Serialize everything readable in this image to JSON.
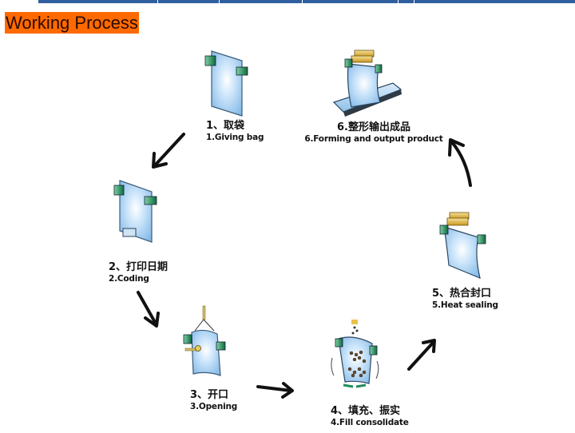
{
  "header": {
    "title": "Working Process"
  },
  "colors": {
    "title_bg": "#ff6a00",
    "topbar": "#2f5f9e",
    "bag_blue": "#a9d3f5",
    "clip_green": "#1f8f5a",
    "sealer_yellow": "#e8c24a",
    "arrow": "#111111"
  },
  "steps": [
    {
      "number": 1,
      "cn": "1、取袋",
      "en": "1.Giving bag"
    },
    {
      "number": 2,
      "cn": "2、打印日期",
      "en": "2.Coding"
    },
    {
      "number": 3,
      "cn": "3、开口",
      "en": "3.Opening"
    },
    {
      "number": 4,
      "cn": "4、填充、振实",
      "en": "4.Fill consolidate"
    },
    {
      "number": 5,
      "cn": "5、热合封口",
      "en": "5.Heat sealing"
    },
    {
      "number": 6,
      "cn": "6.整形输出成品",
      "en": "6.Forming and output product"
    }
  ],
  "arrows": [
    {
      "from": 1,
      "to": 2,
      "icon": "arrow-down-left-icon"
    },
    {
      "from": 2,
      "to": 3,
      "icon": "arrow-down-right-icon"
    },
    {
      "from": 3,
      "to": 4,
      "icon": "arrow-right-icon"
    },
    {
      "from": 4,
      "to": 5,
      "icon": "arrow-up-right-icon"
    },
    {
      "from": 5,
      "to": 6,
      "icon": "arrow-up-left-icon"
    }
  ]
}
